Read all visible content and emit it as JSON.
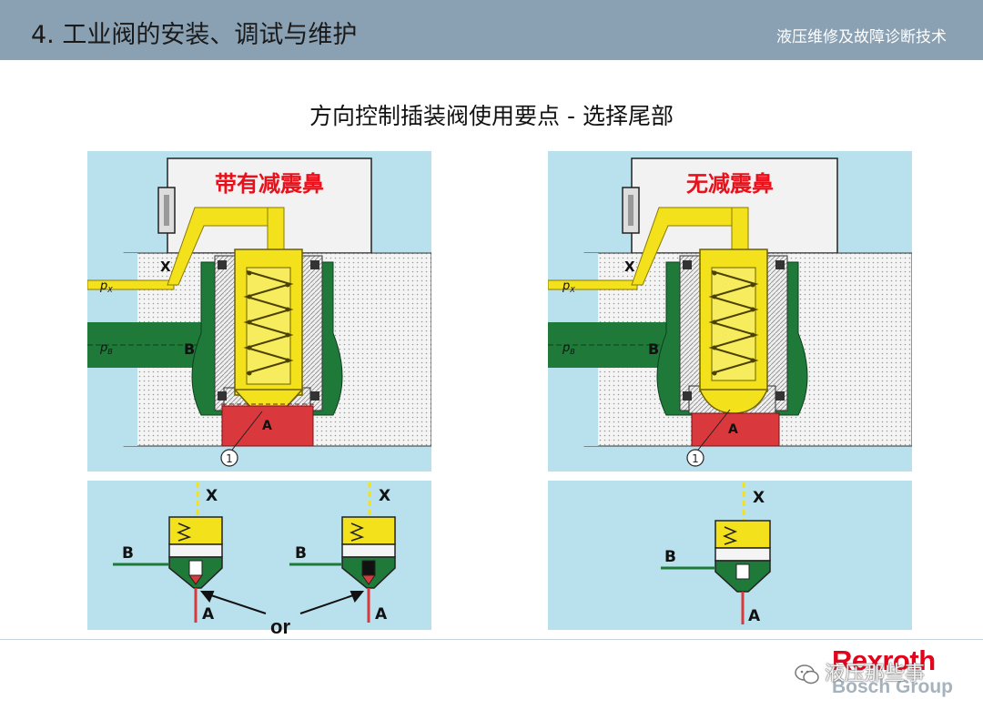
{
  "header": {
    "title": "4. 工业阀的安装、调试与维护",
    "subtitle": "液压维修及故障诊断技术"
  },
  "slide_title": "方向控制插装阀使用要点 - 选择尾部",
  "left_diagram": {
    "caption": "带有减震鼻",
    "port_x": "X",
    "port_b": "B",
    "port_a": "A",
    "label_px": "p",
    "label_px_sub": "X",
    "label_pb": "p",
    "label_pb_sub": "B",
    "callout": "1"
  },
  "right_diagram": {
    "caption": "无减震鼻",
    "port_x": "X",
    "port_b": "B",
    "port_a": "A",
    "label_px": "p",
    "label_px_sub": "X",
    "label_pb": "p",
    "label_pb_sub": "B",
    "callout": "1"
  },
  "symbol_left_1": {
    "x": "X",
    "b": "B",
    "a": "A"
  },
  "symbol_left_2": {
    "x": "X",
    "b": "B",
    "a": "A"
  },
  "symbol_right": {
    "x": "X",
    "b": "B",
    "a": "A"
  },
  "or_label": "or",
  "footer": {
    "brand": "Rexroth",
    "group": "Bosch Group",
    "watermark": "液压那些事"
  },
  "colors": {
    "header": "#8aa0b3",
    "panel": "#b9e1ed",
    "yellow": "#f3e21b",
    "green": "#1f7a3a",
    "red": "#d9383c",
    "brand": "#e0051c"
  }
}
